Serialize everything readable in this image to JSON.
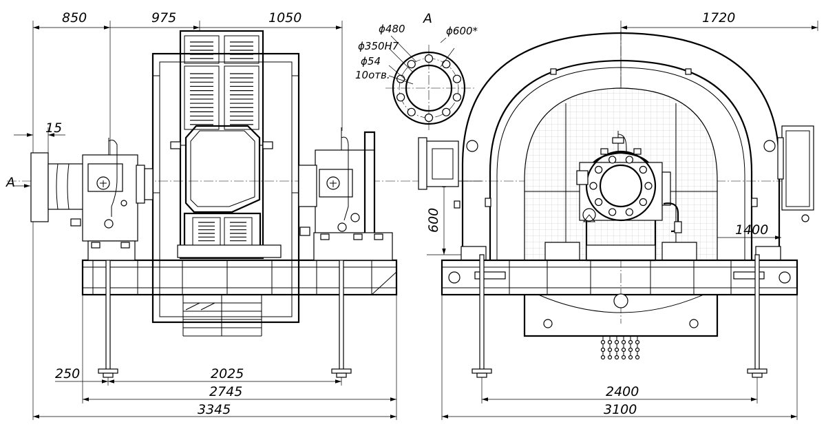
{
  "dimensions": {
    "d850": "850",
    "d975": "975",
    "d1050": "1050",
    "d15": "15",
    "view_a_left": "A",
    "d250": "250",
    "d2025": "2025",
    "d2745": "2745",
    "d3345": "3345",
    "d1720": "1720",
    "d600": "600",
    "d1400": "1400",
    "d2400": "2400",
    "d3100": "3100"
  },
  "flange_view": {
    "title": "A",
    "d480": "ϕ480",
    "d350": "ϕ350H7",
    "d54": "ϕ54",
    "holes": "10отв.",
    "d600": "ϕ600*"
  }
}
